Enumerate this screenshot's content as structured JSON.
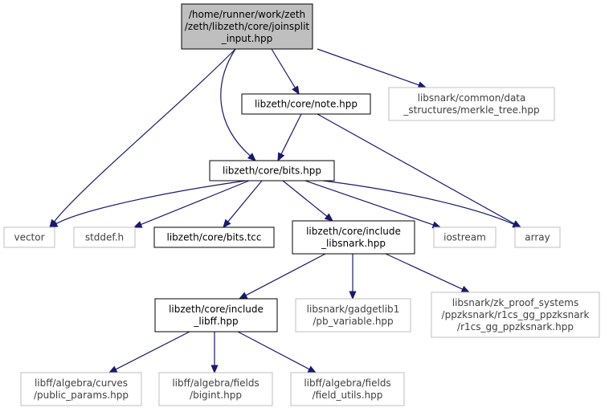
{
  "diagram": {
    "colors": {
      "edge": "#191970",
      "root_fill": "#bfbfbf",
      "node_stroke": "#000000",
      "external_stroke": "#bfbfbf"
    },
    "nodes": [
      {
        "id": "joinsplit_input",
        "lines": [
          "/home/runner/work/zeth",
          "/zeth/libzeth/core/joinsplit",
          "_input.hpp"
        ],
        "kind": "root"
      },
      {
        "id": "note",
        "lines": [
          "libzeth/core/note.hpp"
        ],
        "kind": "internal"
      },
      {
        "id": "merkle_tree",
        "lines": [
          "libsnark/common/data",
          "_structures/merkle_tree.hpp"
        ],
        "kind": "external"
      },
      {
        "id": "bits_hpp",
        "lines": [
          "libzeth/core/bits.hpp"
        ],
        "kind": "internal"
      },
      {
        "id": "vector",
        "lines": [
          "vector"
        ],
        "kind": "external"
      },
      {
        "id": "stddef",
        "lines": [
          "stddef.h"
        ],
        "kind": "external"
      },
      {
        "id": "bits_tcc",
        "lines": [
          "libzeth/core/bits.tcc"
        ],
        "kind": "internal"
      },
      {
        "id": "include_libsnark",
        "lines": [
          "libzeth/core/include",
          "_libsnark.hpp"
        ],
        "kind": "internal"
      },
      {
        "id": "iostream",
        "lines": [
          "iostream"
        ],
        "kind": "external"
      },
      {
        "id": "array",
        "lines": [
          "array"
        ],
        "kind": "external"
      },
      {
        "id": "include_libff",
        "lines": [
          "libzeth/core/include",
          "_libff.hpp"
        ],
        "kind": "internal"
      },
      {
        "id": "pb_variable",
        "lines": [
          "libsnark/gadgetlib1",
          "/pb_variable.hpp"
        ],
        "kind": "external"
      },
      {
        "id": "r1cs_gg_ppzksnark",
        "lines": [
          "libsnark/zk_proof_systems",
          "/ppzksnark/r1cs_gg_ppzksnark",
          "/r1cs_gg_ppzksnark.hpp"
        ],
        "kind": "external"
      },
      {
        "id": "public_params",
        "lines": [
          "libff/algebra/curves",
          "/public_params.hpp"
        ],
        "kind": "external"
      },
      {
        "id": "bigint",
        "lines": [
          "libff/algebra/fields",
          "/bigint.hpp"
        ],
        "kind": "external"
      },
      {
        "id": "field_utils",
        "lines": [
          "libff/algebra/fields",
          "/field_utils.hpp"
        ],
        "kind": "external"
      }
    ],
    "edges": [
      {
        "from": "joinsplit_input",
        "to": "vector"
      },
      {
        "from": "joinsplit_input",
        "to": "bits_hpp"
      },
      {
        "from": "joinsplit_input",
        "to": "note"
      },
      {
        "from": "joinsplit_input",
        "to": "merkle_tree"
      },
      {
        "from": "note",
        "to": "bits_hpp"
      },
      {
        "from": "note",
        "to": "array"
      },
      {
        "from": "bits_hpp",
        "to": "vector"
      },
      {
        "from": "bits_hpp",
        "to": "stddef"
      },
      {
        "from": "bits_hpp",
        "to": "bits_tcc"
      },
      {
        "from": "bits_hpp",
        "to": "include_libsnark"
      },
      {
        "from": "bits_hpp",
        "to": "iostream"
      },
      {
        "from": "bits_hpp",
        "to": "array"
      },
      {
        "from": "include_libsnark",
        "to": "include_libff"
      },
      {
        "from": "include_libsnark",
        "to": "pb_variable"
      },
      {
        "from": "include_libsnark",
        "to": "r1cs_gg_ppzksnark"
      },
      {
        "from": "include_libff",
        "to": "public_params"
      },
      {
        "from": "include_libff",
        "to": "bigint"
      },
      {
        "from": "include_libff",
        "to": "field_utils"
      }
    ]
  }
}
